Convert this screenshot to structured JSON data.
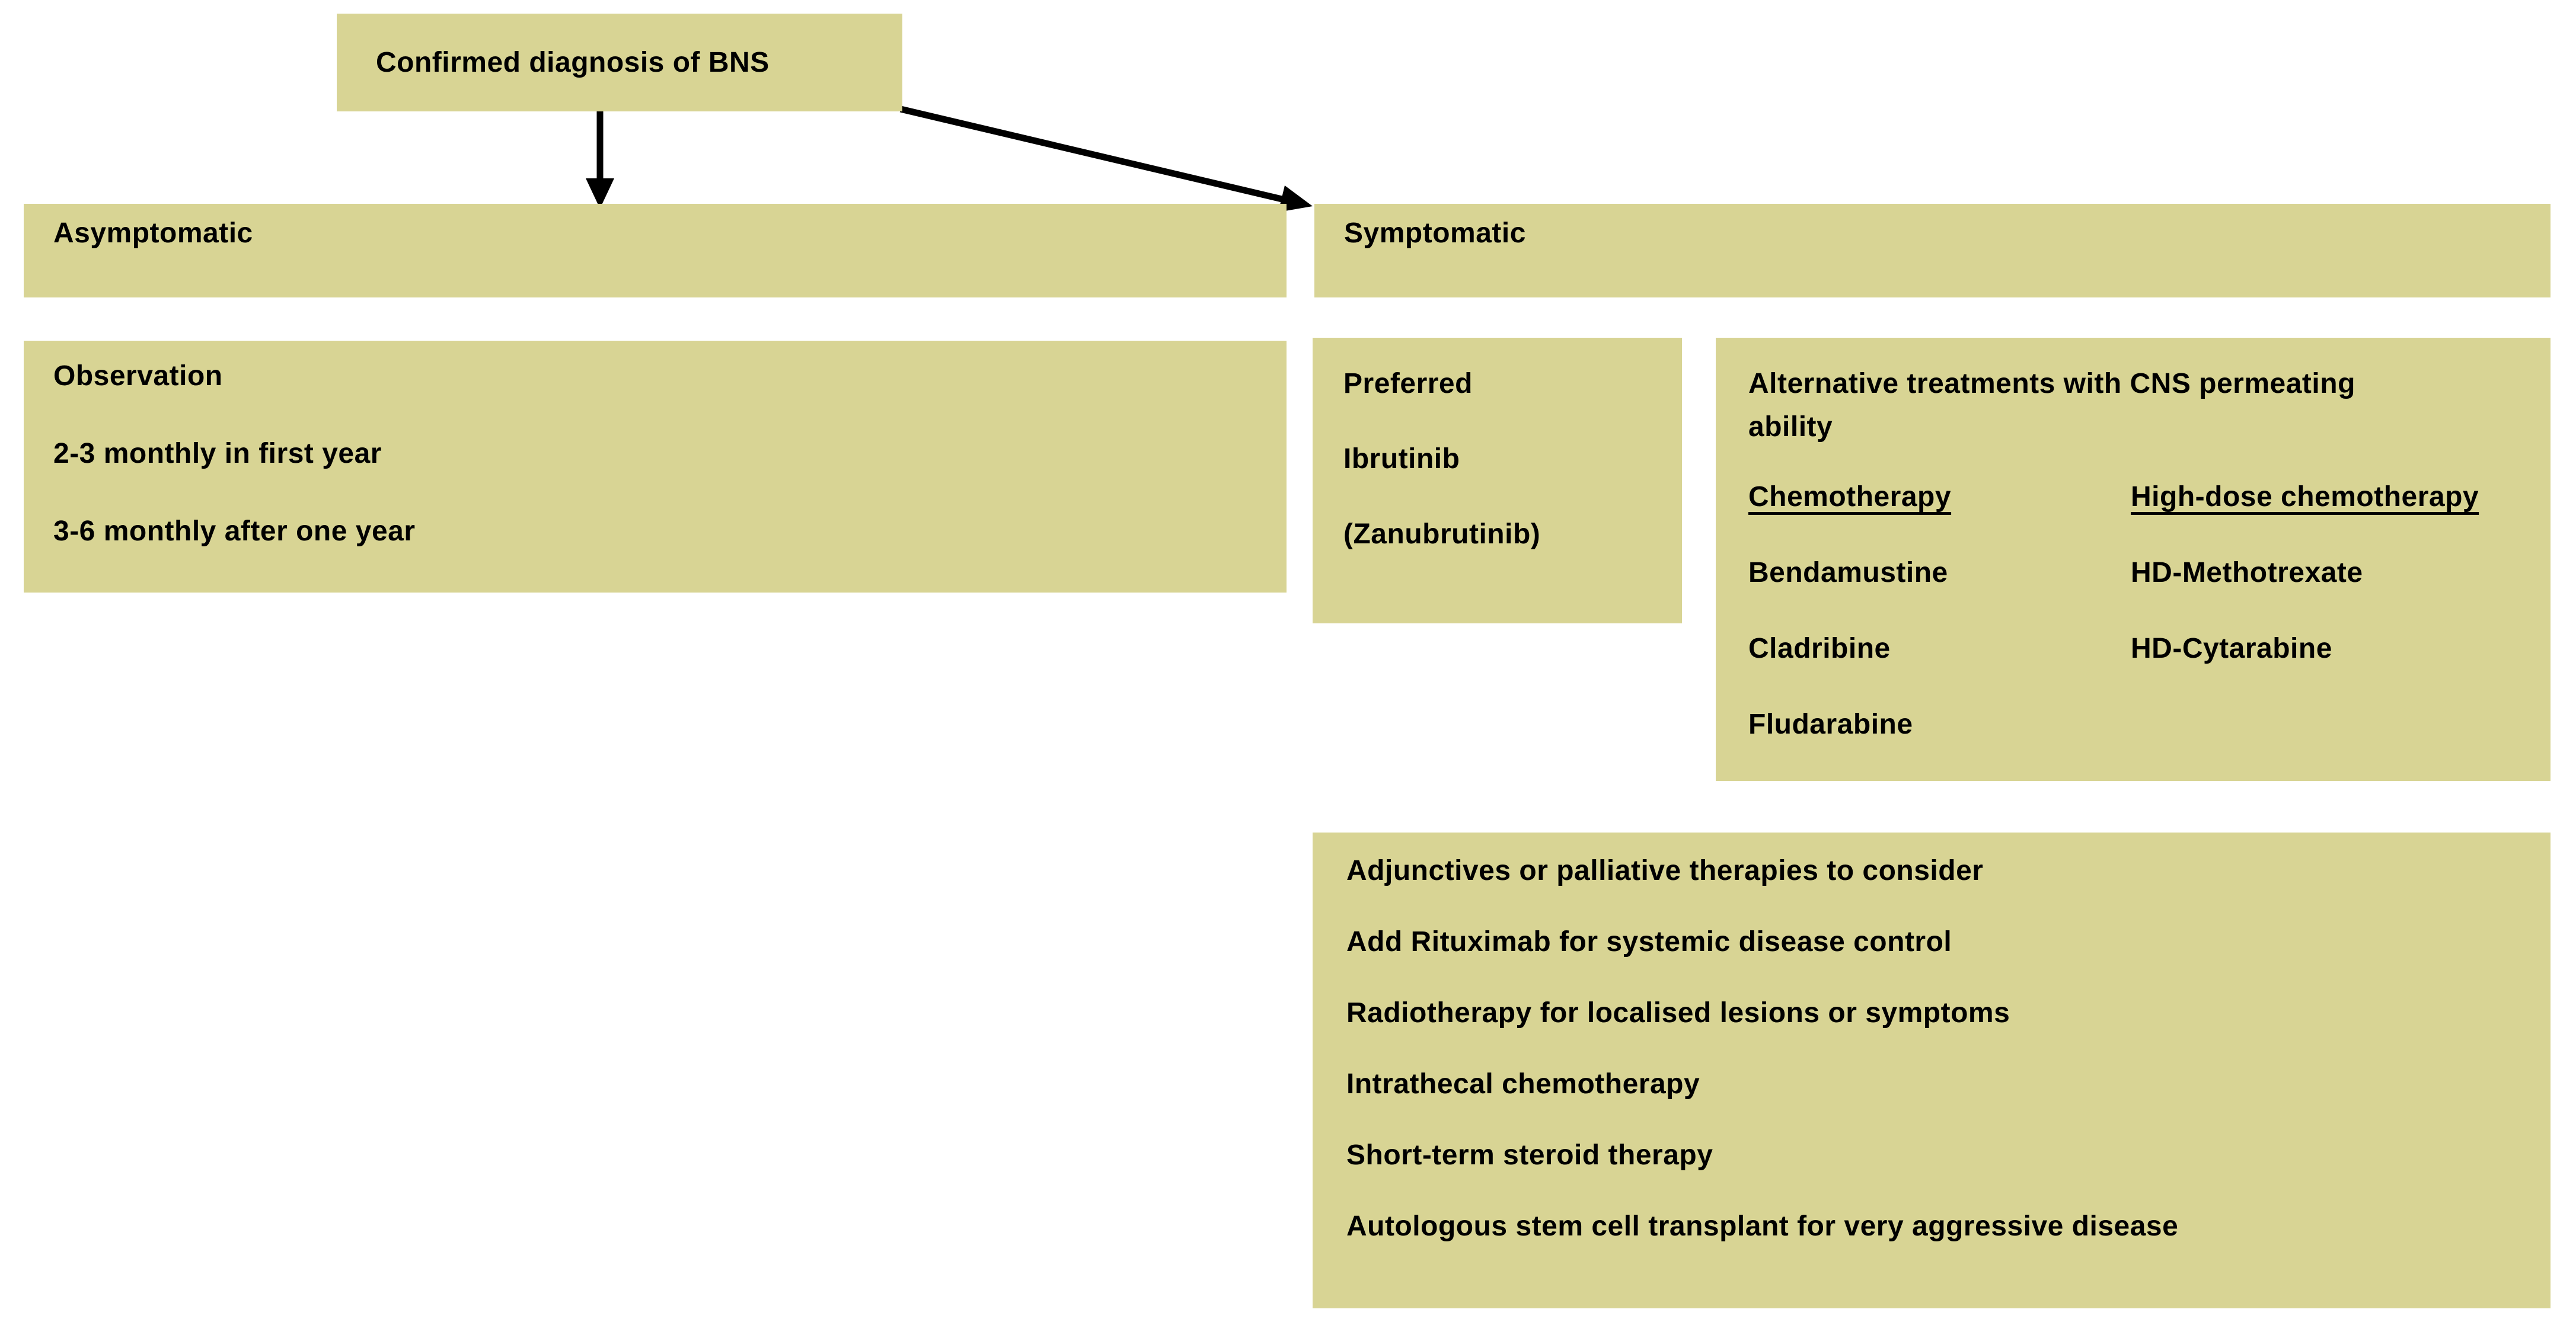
{
  "colors": {
    "node_fill": "#d8d494",
    "arrow": "#000000",
    "text": "#000000",
    "background": "#ffffff"
  },
  "root": {
    "label": "Confirmed diagnosis of BNS"
  },
  "branches": {
    "asymptomatic": {
      "label": "Asymptomatic",
      "observation": {
        "lines": [
          "Observation",
          "2-3 monthly in first year",
          "3-6 monthly after one year"
        ]
      }
    },
    "symptomatic": {
      "label": "Symptomatic",
      "preferred": {
        "lines": [
          "Preferred",
          "Ibrutinib",
          "(Zanubrutinib)"
        ]
      },
      "alternative": {
        "heading": "Alternative treatments with CNS permeating ability",
        "columns": [
          {
            "header": "Chemotherapy",
            "items": [
              "Bendamustine",
              "Cladribine",
              "Fludarabine"
            ]
          },
          {
            "header": "High-dose chemotherapy",
            "items": [
              "HD-Methotrexate",
              "HD-Cytarabine"
            ]
          }
        ]
      },
      "adjunctives": {
        "lines": [
          "Adjunctives or palliative therapies to consider",
          "Add Rituximab for systemic disease control",
          "Radiotherapy for localised lesions or symptoms",
          "Intrathecal chemotherapy",
          "Short-term steroid therapy",
          "Autologous stem cell transplant for very aggressive disease"
        ]
      }
    }
  }
}
